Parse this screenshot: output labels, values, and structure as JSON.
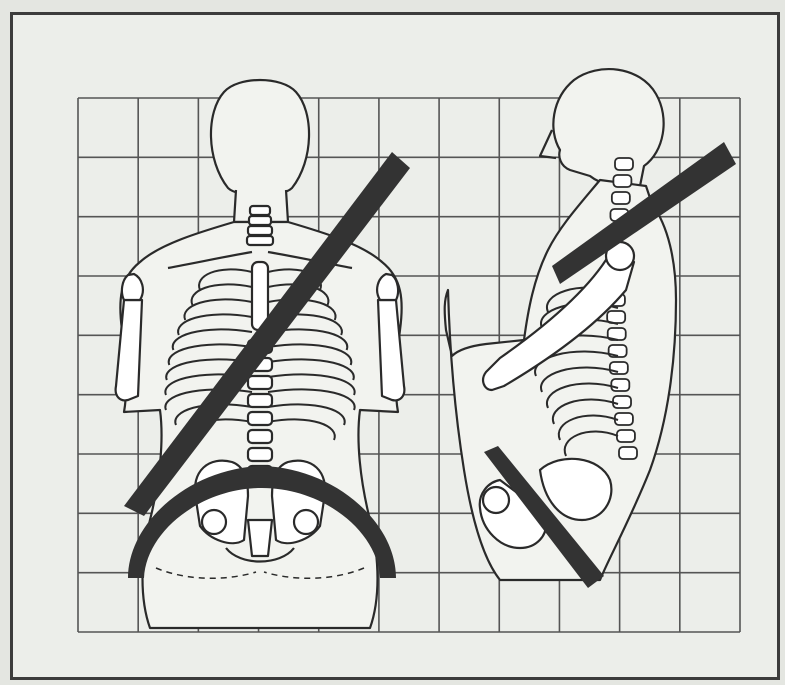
{
  "figure": {
    "description_alt": "",
    "views": [
      {
        "id": "front",
        "icon": "front-skeleton-icon"
      },
      {
        "id": "side",
        "icon": "side-skeleton-icon"
      }
    ],
    "grid": {
      "columns": 11,
      "rows": 9
    },
    "colors": {
      "background": "#eceeea",
      "frame": "#3c3c3c",
      "grid": "#555555",
      "outline": "#2a2a2a",
      "belt": "#333333",
      "body_fill": "#f2f3ef"
    }
  }
}
